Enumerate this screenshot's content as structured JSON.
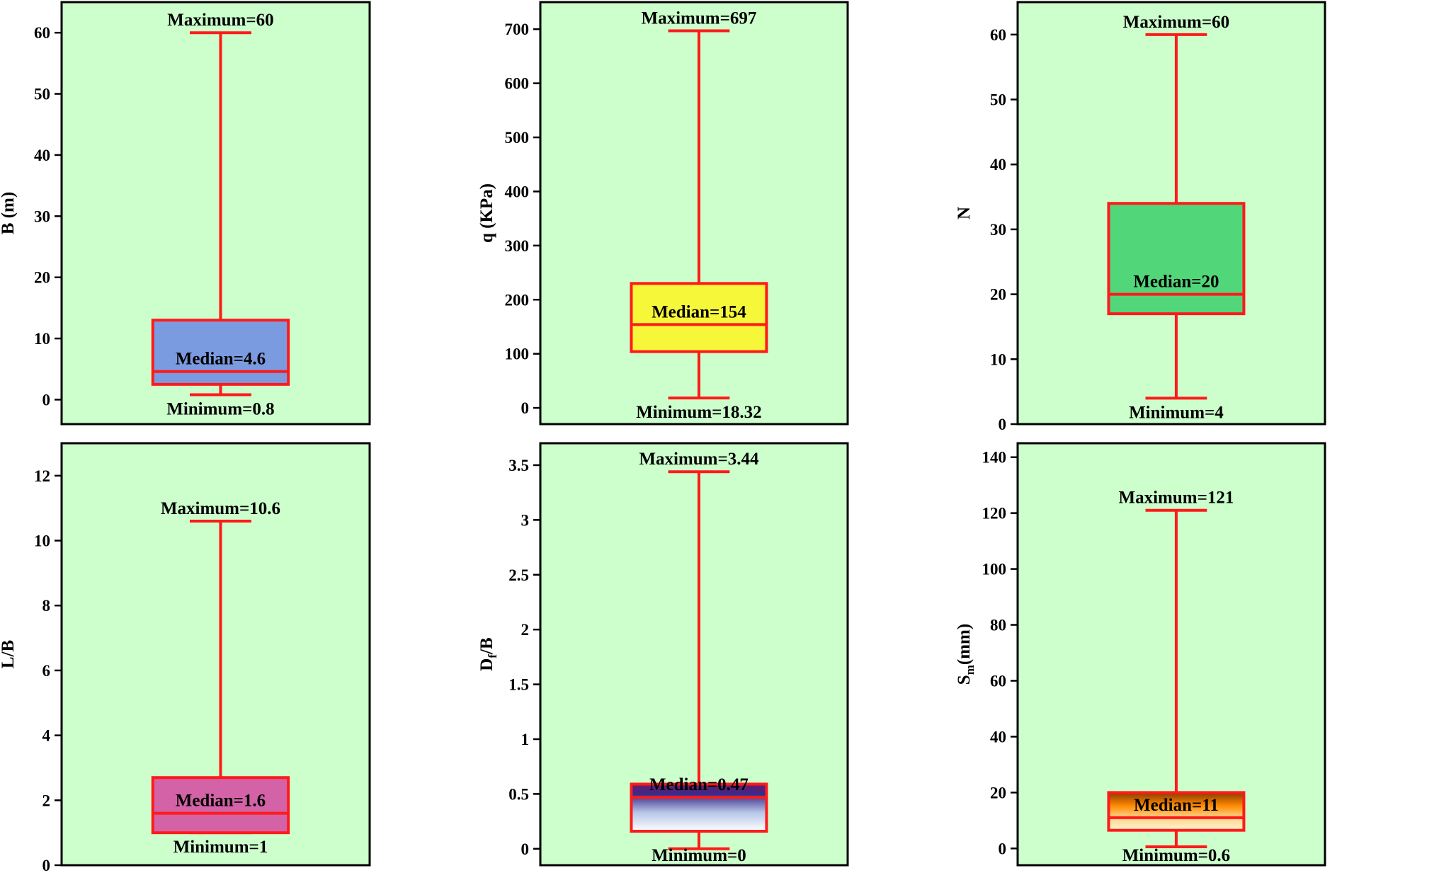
{
  "chart_data": [
    {
      "type": "box",
      "ylabel": "B (m)",
      "ylim": [
        -4,
        65
      ],
      "yticks": [
        0,
        10,
        20,
        30,
        40,
        50,
        60
      ],
      "box": {
        "min": 0.8,
        "q1": 2.5,
        "median": 4.6,
        "q3": 13,
        "max": 60
      },
      "fill": "#7b9be0",
      "max_label": "Maximum=60",
      "median_label": "Median=4.6",
      "min_label": "Minimum=0.8",
      "grid": false
    },
    {
      "type": "box",
      "ylabel": "q (KPa)",
      "ylim": [
        -30,
        750
      ],
      "yticks": [
        0,
        100,
        200,
        300,
        400,
        500,
        600,
        700
      ],
      "box": {
        "min": 18.32,
        "q1": 104,
        "median": 154,
        "q3": 230,
        "max": 697
      },
      "fill": "#f7f73a",
      "max_label": "Maximum=697",
      "median_label": "Median=154",
      "min_label": "Minimum=18.32",
      "grid": false
    },
    {
      "type": "box",
      "ylabel": "N",
      "ylim": [
        0,
        65
      ],
      "yticks": [
        0,
        10,
        20,
        30,
        40,
        50,
        60
      ],
      "box": {
        "min": 4,
        "q1": 17,
        "median": 20,
        "q3": 34,
        "max": 60
      },
      "fill": "#52d67a",
      "max_label": "Maximum=60",
      "median_label": "Median=20",
      "min_label": "Minimum=4",
      "grid": false
    },
    {
      "type": "box",
      "ylabel": "L/B",
      "ylim": [
        0,
        13
      ],
      "yticks": [
        0,
        2,
        4,
        6,
        8,
        10,
        12
      ],
      "box": {
        "min": 1,
        "q1": 1,
        "median": 1.6,
        "q3": 2.7,
        "max": 10.6
      },
      "fill": "#d362a6",
      "max_label": "Maximum=10.6",
      "median_label": "Median=1.6",
      "min_label": "Minimum=1",
      "grid": false
    },
    {
      "type": "box",
      "ylabel": "Df/B",
      "ylabel_main": "D",
      "ylabel_sub": "f",
      "ylabel_rest": "/B",
      "ylim": [
        -0.15,
        3.7
      ],
      "yticks": [
        0,
        0.5,
        1,
        1.5,
        2,
        2.5,
        3,
        3.5
      ],
      "box": {
        "min": 0,
        "q1": 0.16,
        "median": 0.47,
        "q3": 0.59,
        "max": 3.44
      },
      "fill_gradient": [
        "#6a1a6a",
        "#3a2a8a",
        "#b6c6e6",
        "#ffffff"
      ],
      "max_label": "Maximum=3.44",
      "median_label": "Median=0.47",
      "min_label": "Minimum=0",
      "grid": false
    },
    {
      "type": "box",
      "ylabel": "Sm(mm)",
      "ylabel_main": "S",
      "ylabel_sub": "m",
      "ylabel_rest": "(mm)",
      "ylim": [
        -6,
        145
      ],
      "yticks": [
        0,
        20,
        40,
        60,
        80,
        100,
        120,
        140
      ],
      "box": {
        "min": 0.6,
        "q1": 6.5,
        "median": 11,
        "q3": 20,
        "max": 121
      },
      "fill_gradient": [
        "#8a3a00",
        "#ff8a00",
        "#ffd28a",
        "#fff6cf"
      ],
      "max_label": "Maximum=121",
      "median_label": "Median=11",
      "min_label": "Minimum=0.6",
      "grid": false
    }
  ],
  "colors": {
    "panel_background": "#ccffcc",
    "whisker": "#ff1a1a",
    "axis": "#000000"
  }
}
